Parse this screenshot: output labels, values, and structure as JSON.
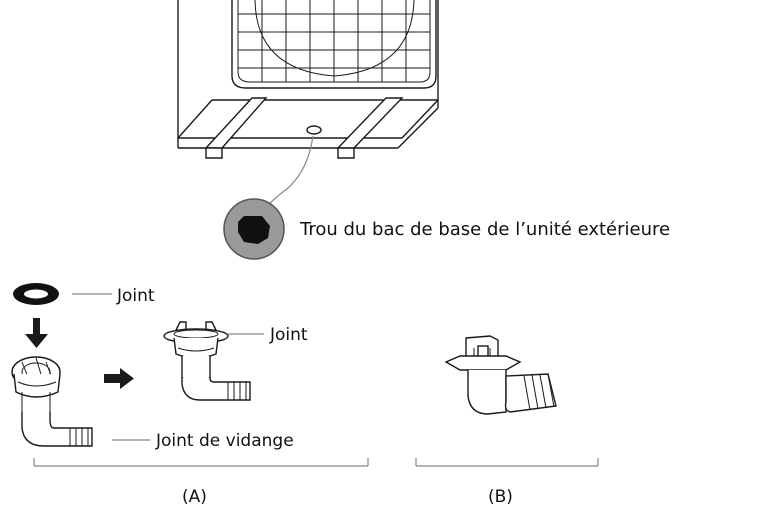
{
  "labels": {
    "outdoor_hole": "Trou du bac de base de l’unité extérieure",
    "joint_ring": "Joint",
    "joint_fitted": "Joint",
    "drain_joint": "Joint de vidange",
    "caption_a": "(A)",
    "caption_b": "(B)"
  }
}
